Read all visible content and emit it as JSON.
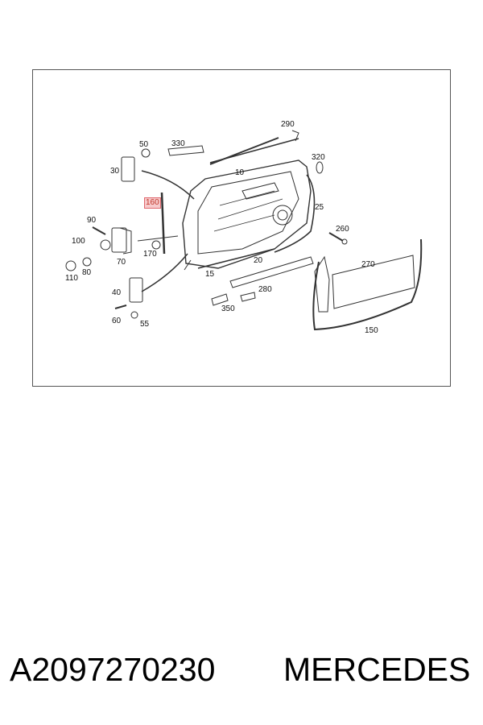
{
  "diagram": {
    "callouts": [
      {
        "id": "c50",
        "text": "50"
      },
      {
        "id": "c330",
        "text": "330"
      },
      {
        "id": "c290",
        "text": "290"
      },
      {
        "id": "c30",
        "text": "30"
      },
      {
        "id": "c10",
        "text": "10"
      },
      {
        "id": "c320",
        "text": "320"
      },
      {
        "id": "c160",
        "text": "160"
      },
      {
        "id": "c25",
        "text": "25"
      },
      {
        "id": "c90",
        "text": "90"
      },
      {
        "id": "c260",
        "text": "260"
      },
      {
        "id": "c100",
        "text": "100"
      },
      {
        "id": "c170",
        "text": "170"
      },
      {
        "id": "c70",
        "text": "70"
      },
      {
        "id": "c20",
        "text": "20"
      },
      {
        "id": "c270",
        "text": "270"
      },
      {
        "id": "c110",
        "text": "110"
      },
      {
        "id": "c80",
        "text": "80"
      },
      {
        "id": "c15",
        "text": "15"
      },
      {
        "id": "c280",
        "text": "280"
      },
      {
        "id": "c40",
        "text": "40"
      },
      {
        "id": "c350",
        "text": "350"
      },
      {
        "id": "c60",
        "text": "60"
      },
      {
        "id": "c55",
        "text": "55"
      },
      {
        "id": "c150",
        "text": "150"
      }
    ],
    "highlight_color": "#e0686e"
  },
  "footer": {
    "part_number": "A2097270230",
    "brand": "MERCEDES"
  }
}
